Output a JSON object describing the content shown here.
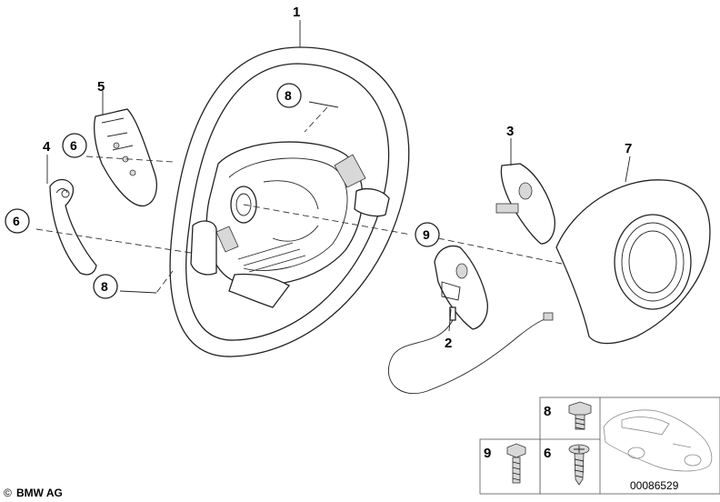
{
  "callouts": {
    "steering_wheel": "1",
    "cable": "2",
    "right_switch": "3",
    "left_cover": "4",
    "left_switch": "5",
    "screw_upper_left": "6",
    "screw_left": "6",
    "airbag": "7",
    "screw_top": "8",
    "screw_bottom": "8",
    "screw_airbag": "9"
  },
  "inset": {
    "label_8": "8",
    "label_9": "9",
    "label_6": "6",
    "image_number": "00086529"
  },
  "brand": {
    "copyright_symbol": "©",
    "name": "BMW AG"
  }
}
